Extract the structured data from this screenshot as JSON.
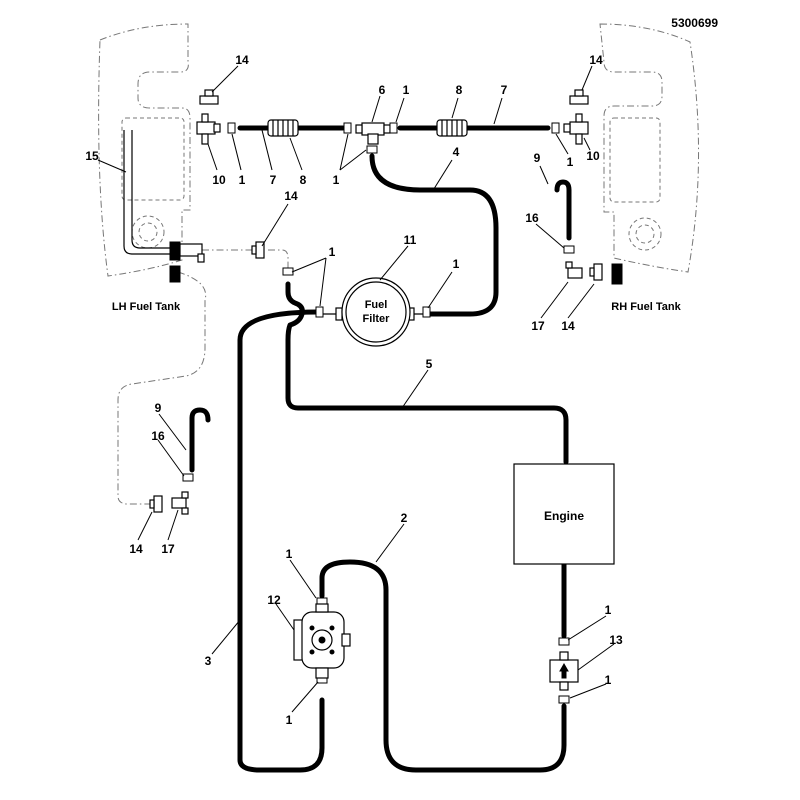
{
  "figure_number": "5300699",
  "labels": {
    "lh_tank": "LH Fuel Tank",
    "rh_tank": "RH Fuel Tank",
    "engine": "Engine",
    "filter_line1": "Fuel",
    "filter_line2": "Filter"
  },
  "callouts": [
    "14",
    "15",
    "10",
    "1",
    "7",
    "8",
    "6",
    "1",
    "8",
    "7",
    "14",
    "1",
    "10",
    "9",
    "4",
    "1",
    "16",
    "14",
    "1",
    "11",
    "1",
    "17",
    "14",
    "5",
    "9",
    "16",
    "14",
    "17",
    "2",
    "1",
    "12",
    "3",
    "1",
    "1",
    "13",
    "1"
  ]
}
